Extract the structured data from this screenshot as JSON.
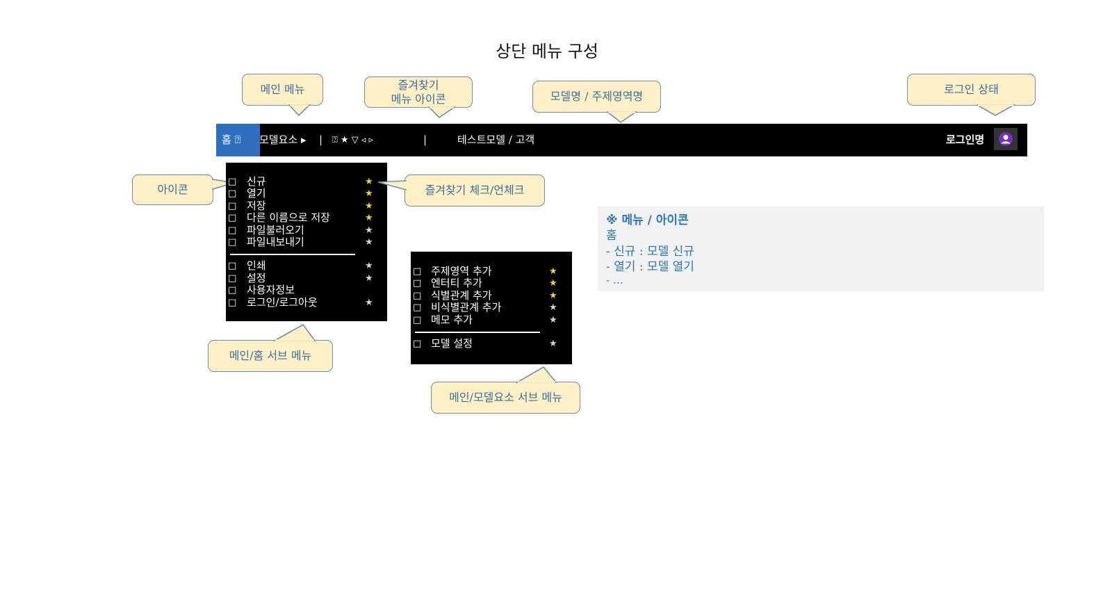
{
  "title": "상단 메뉴 구성",
  "menubar": {
    "home_label": "홈 ⍰",
    "model_elements_label": "모델요소 ▸",
    "divider1": "|",
    "icon_tools": "⍰ ★ ▽ ◃ ▹",
    "divider2": "|",
    "model_subject": "테스트모델 / 고객",
    "login_name": "로그인명",
    "avatar_icon": "user-avatar-icon",
    "home_color": "#2e6fc0"
  },
  "callouts": {
    "main_menu": "메인 메뉴",
    "favorites_icon_line1": "즐겨찾기",
    "favorites_icon_line2": "메뉴 아이콘",
    "model_subject_name": "모델명 / 주제영역명",
    "login_status": "로그인 상태",
    "icon": "아이콘",
    "favorites_check": "즐겨찾기 체크/언체크",
    "home_submenu": "메인/홈 서브 메뉴",
    "model_submenu": "메인/모델요소 서브 메뉴"
  },
  "home_submenu": {
    "items": [
      {
        "label": "신규",
        "box": "□",
        "star": "★",
        "favorite": true
      },
      {
        "label": "열기",
        "box": "□",
        "star": "★",
        "favorite": true
      },
      {
        "label": "저장",
        "box": "□",
        "star": "★",
        "favorite": true
      },
      {
        "label": "다른 이름으로 저장",
        "box": "□",
        "star": "★",
        "favorite": true
      },
      {
        "label": "파일불러오기",
        "box": "□",
        "star": "★",
        "favorite": false
      },
      {
        "label": "파일내보내기",
        "box": "□",
        "star": "★",
        "favorite": false
      },
      {
        "label": "인쇄",
        "box": "□",
        "star": "★",
        "favorite": false
      },
      {
        "label": "설정",
        "box": "□",
        "star": "★",
        "favorite": false
      },
      {
        "label": "사용자정보",
        "box": "□",
        "star": "",
        "favorite": false
      },
      {
        "label": "로그인/로그아웃",
        "box": "□",
        "star": "★",
        "favorite": false
      }
    ]
  },
  "model_submenu": {
    "items": [
      {
        "label": "주제영역 추가",
        "box": "□",
        "star": "★",
        "favorite": true
      },
      {
        "label": "엔터티 추가",
        "box": "□",
        "star": "★",
        "favorite": true
      },
      {
        "label": "식별관계 추가",
        "box": "□",
        "star": "★",
        "favorite": true
      },
      {
        "label": "비식별관계 추가",
        "box": "□",
        "star": "★",
        "favorite": false
      },
      {
        "label": "메모 추가",
        "box": "□",
        "star": "★",
        "favorite": false
      },
      {
        "label": "모델 설정",
        "box": "□",
        "star": "★",
        "favorite": false
      }
    ]
  },
  "note": {
    "heading": "※ 메뉴 / 아이콘",
    "lines": [
      "홈",
      "- 신규 : 모델 신규",
      "- 열기 : 모델 열기",
      "- …"
    ],
    "color": "#2e75b6"
  },
  "colors": {
    "callout_fill": "#fdf0c6",
    "callout_border": "#6a8fb0",
    "star_on": "#e9d63a"
  }
}
